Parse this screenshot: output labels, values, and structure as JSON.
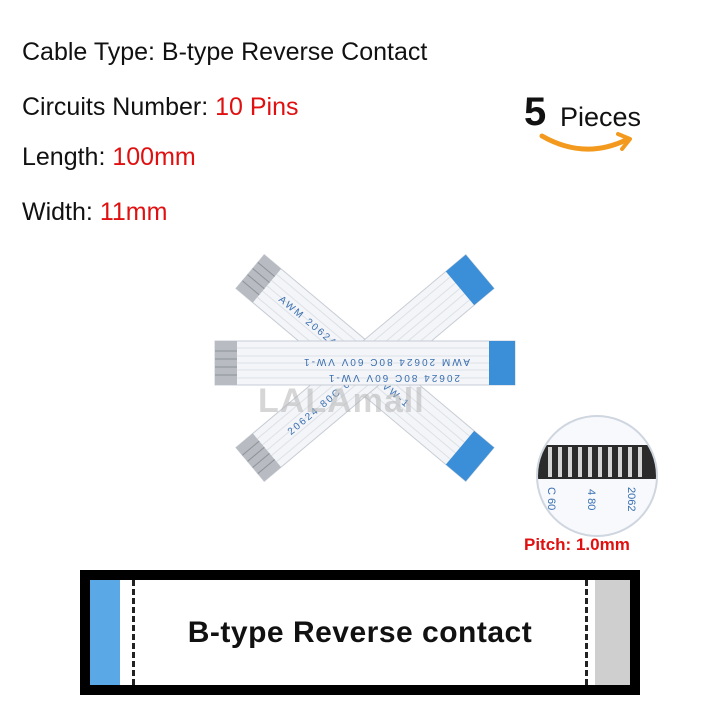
{
  "specs": {
    "cable_type_label": "Cable Type:",
    "cable_type_value": "B-type Reverse Contact",
    "circuits_label": "Circuits Number:",
    "circuits_value": "10 Pins",
    "length_label": "Length:",
    "length_value": "100mm",
    "width_label": "Width:",
    "width_value": "11mm"
  },
  "badge": {
    "count": "5",
    "word": "Pieces"
  },
  "cable_print": {
    "a": "AWM 20624 80C 60V VW-1",
    "b": "20624 80C 60V VW-1"
  },
  "watermark": "LALAmall",
  "pitch": {
    "label": "Pitch: 1.0mm",
    "zoom_texts": [
      "C 60",
      "4 80",
      "2062"
    ]
  },
  "diagram": {
    "label": "B-type Reverse contact"
  },
  "colors": {
    "highlight": "#e01010",
    "tab_blue": "#3b8fd8",
    "contact_grey": "#b8bcc2",
    "arrow_orange": "#f39a1e"
  }
}
